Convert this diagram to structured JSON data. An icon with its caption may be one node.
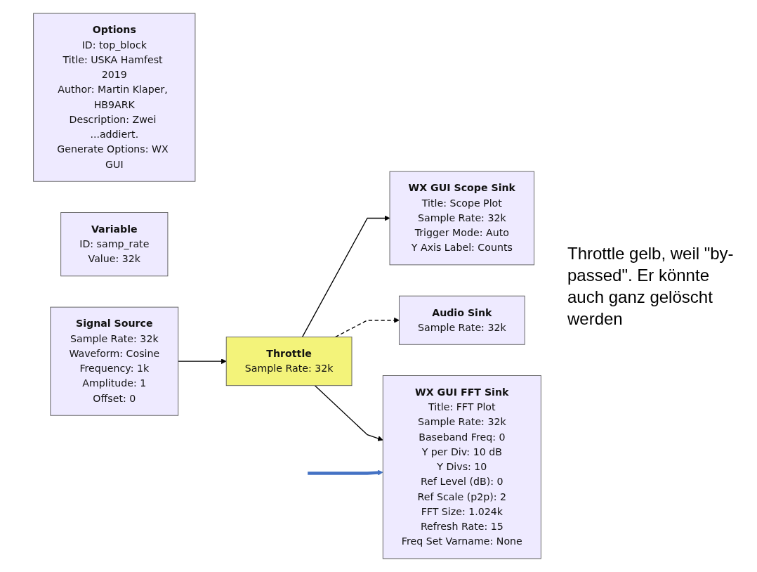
{
  "diagram": {
    "nodes": [
      {
        "text": [
          "Options",
          "ID: top_block",
          "Title: USKA Hamfest 2019",
          "Author: Martin Klaper, HB9ARK",
          "Description: Zwei ...addiert.",
          "Generate Options: WX GUI"
        ]
      },
      {
        "text": [
          "Variable",
          "ID: samp_rate",
          "Value: 32k"
        ]
      },
      {
        "text": [
          "WX GUI Scope Sink",
          "Title: Scope Plot",
          "Sample Rate: 32k",
          "Trigger Mode: Auto",
          "Y Axis Label: Counts"
        ]
      },
      {
        "text": [
          "Signal Source",
          "Sample Rate: 32k",
          "Waveform: Cosine",
          "Frequency: 1k",
          "Amplitude: 1",
          "Offset: 0"
        ]
      },
      {
        "text": [
          "Throttle",
          "Sample Rate: 32k"
        ]
      },
      {
        "text": [
          "Audio Sink",
          "Sample Rate: 32k"
        ]
      },
      {
        "text": [
          "WX GUI FFT Sink",
          "Title: FFT Plot",
          "Sample Rate: 32k",
          "Baseband Freq: 0",
          "Y per Div: 10 dB",
          "Y Divs: 10",
          "Ref Level (dB): 0",
          "Ref Scale (p2p): 2",
          "FFT Size: 1.024k",
          "Refresh Rate: 15",
          "Freq Set Varname: None"
        ]
      }
    ],
    "edges": [
      {
        "from": 3,
        "to": 4,
        "arrow": "to"
      },
      {
        "from": 4,
        "to": 2,
        "arrow": "to"
      },
      {
        "from": 4,
        "to": 5,
        "arrow": "to",
        "style": "dashed"
      },
      {
        "from": 4,
        "to": 6,
        "arrow": "to"
      },
      {
        "from": null,
        "to": 6,
        "arrow": "to",
        "style": "thick",
        "color": "#4472c4"
      }
    ],
    "labels": [
      "Throttle gelb, weil \"by-passed\". Er könnte auch ganz gelöscht werden"
    ]
  }
}
